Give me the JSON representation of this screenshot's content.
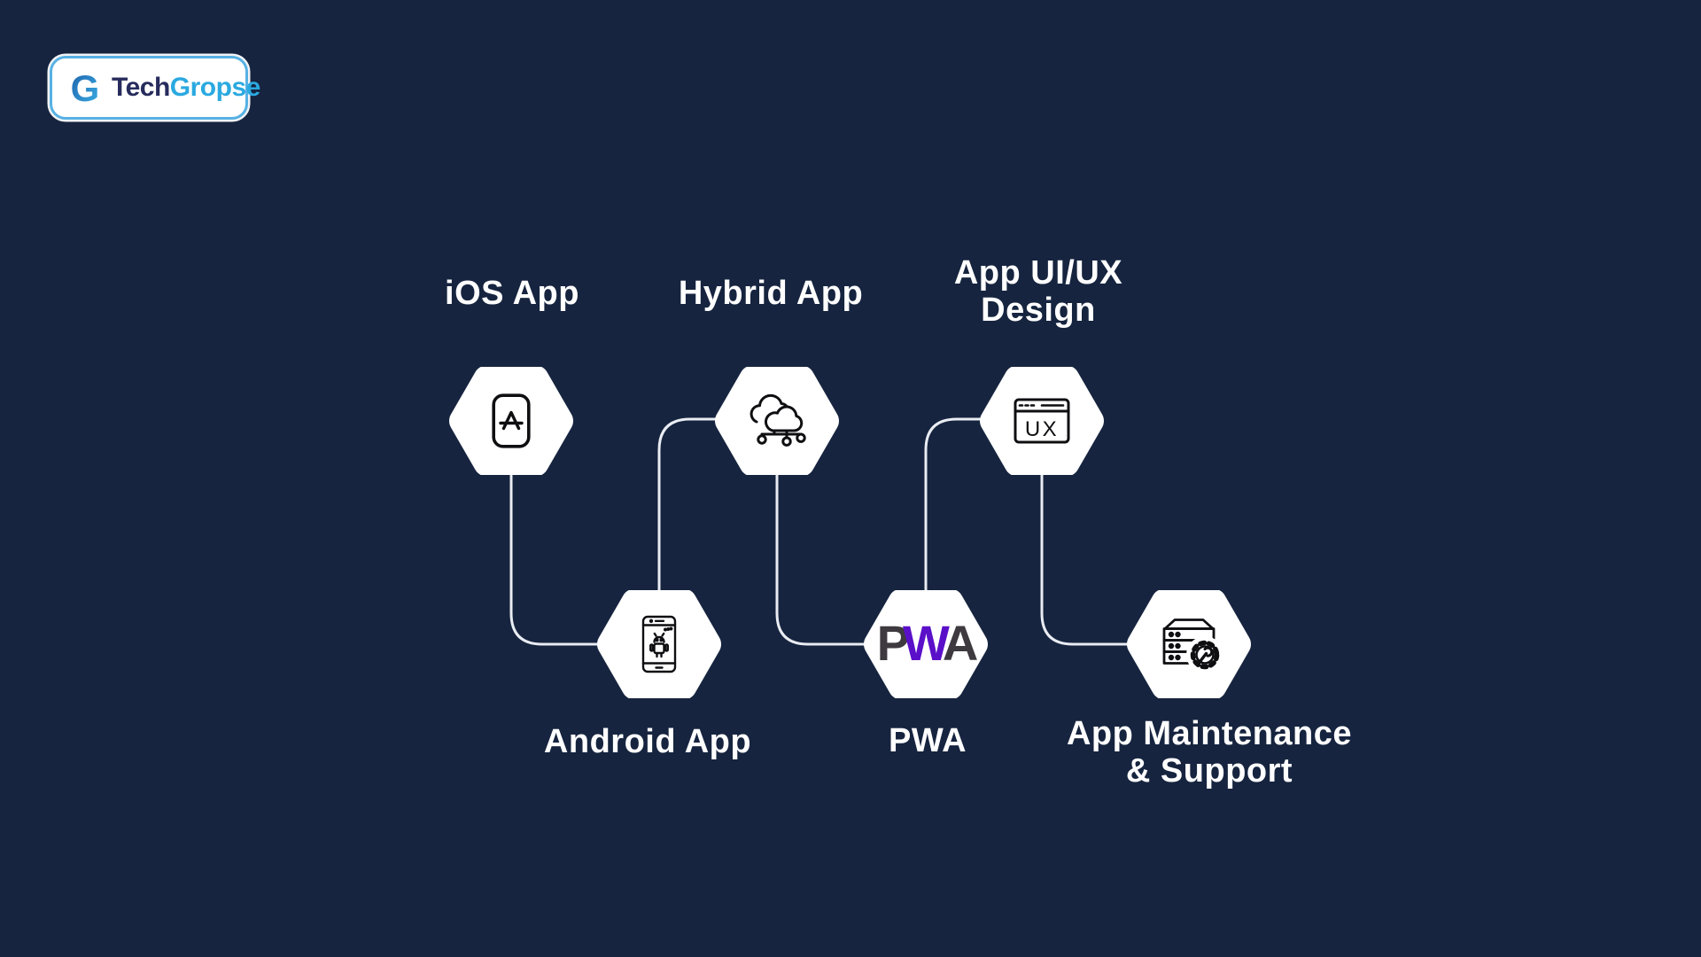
{
  "background_color": "#16243F",
  "logo": {
    "mark_letter": "G",
    "brand_part1": "Tech",
    "brand_part2": "Gropse",
    "brand_color_1": "#272C5D",
    "brand_color_2": "#2AA9E0",
    "border_color": "#57B1E4"
  },
  "diagram": {
    "nodes": [
      {
        "id": "ios-app",
        "label": "iOS App",
        "lines": [
          "iOS App"
        ],
        "icon": "app-store-icon",
        "row": "top"
      },
      {
        "id": "android-app",
        "label": "Android App",
        "lines": [
          "Android App"
        ],
        "icon": "android-phone-icon",
        "row": "bottom"
      },
      {
        "id": "hybrid-app",
        "label": "Hybrid App",
        "lines": [
          "Hybrid App"
        ],
        "icon": "cloud-network-icon",
        "row": "top"
      },
      {
        "id": "pwa",
        "label": "PWA",
        "lines": [
          "PWA"
        ],
        "icon": "pwa-logo",
        "row": "bottom"
      },
      {
        "id": "app-uiux-design",
        "label": "App UI/UX Design",
        "lines": [
          "App UI/UX",
          "Design"
        ],
        "icon": "ux-browser-icon",
        "row": "top"
      },
      {
        "id": "app-maintenance-support",
        "label": "App Maintenance & Support",
        "lines": [
          "App Maintenance",
          "& Support"
        ],
        "icon": "server-gear-icon",
        "row": "bottom"
      }
    ],
    "pwa_letters": {
      "p": "P",
      "w": "W",
      "a": "A"
    },
    "ux_icon_text": "UX",
    "colors": {
      "hexagon_fill": "#FFFFFF",
      "connector": "#E9ECF2",
      "icon_stroke": "#0F0F12",
      "label": "#FFFFFF",
      "pwa_purple": "#5A0FC8",
      "pwa_gray": "#3E3A3F"
    }
  }
}
